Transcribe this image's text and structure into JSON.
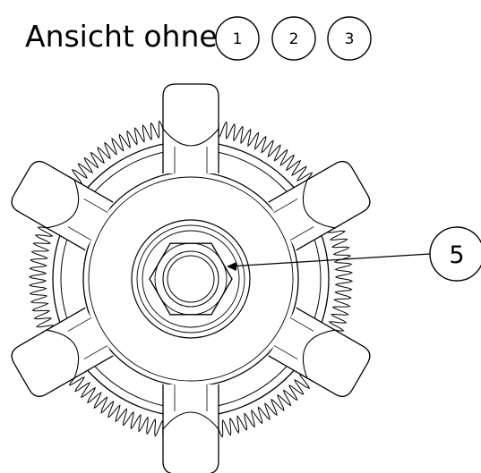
{
  "header": {
    "title": "Ansicht ohne",
    "view_balloons": [
      "1",
      "2",
      "3"
    ]
  },
  "drawing": {
    "callout_balloon": "5",
    "line_color": "#000000",
    "background_color": "#ffffff",
    "arm_count": 6,
    "spring_coil_count": 120
  }
}
